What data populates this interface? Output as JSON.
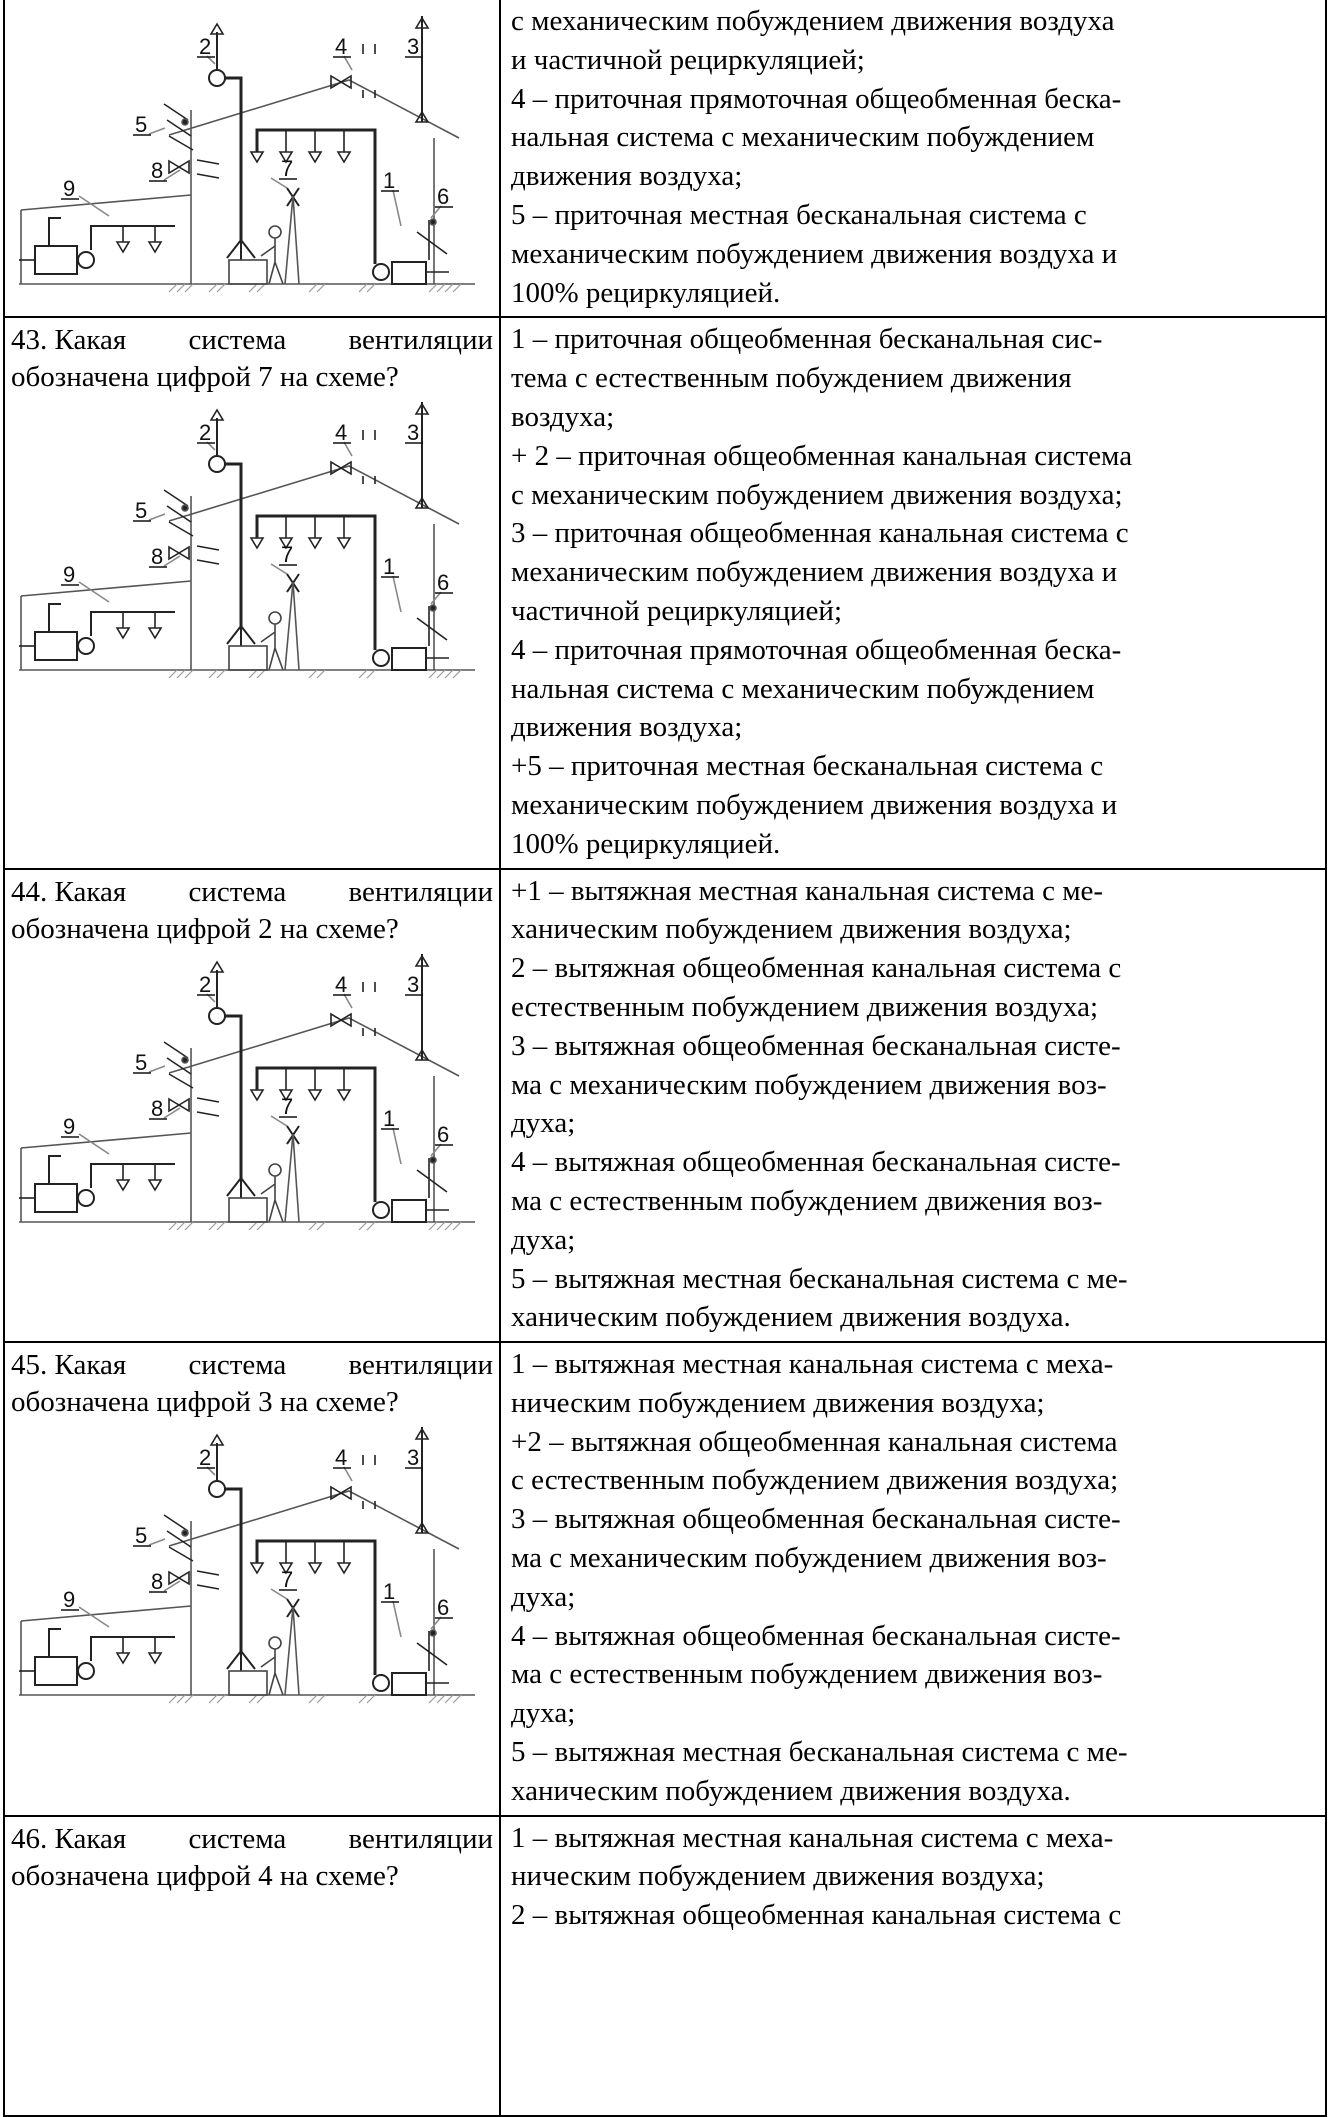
{
  "diagram_labels": [
    "1",
    "2",
    "3",
    "4",
    "5",
    "6",
    "7",
    "8",
    "9"
  ],
  "rows": [
    {
      "question": null,
      "options": [
        "с механическим побуждением движения воздуха",
        "и частичной рециркуляцией;",
        "4 – приточная прямоточная общеобменная беска-",
        "нальная система с механическим побуждением",
        "движения воздуха;",
        "5 – приточная местная бесканальная система с",
        "механическим побуждением движения воздуха и",
        "100% рециркуляцией."
      ]
    },
    {
      "question": {
        "w1": "43. Какая",
        "w2": "система",
        "w3": "вентиляции",
        "line2": "обозначена цифрой 7 на схеме?"
      },
      "options": [
        "1 – приточная общеобменная бесканальная сис-",
        "тема с естественным побуждением движения",
        "воздуха;",
        "+ 2 – приточная общеобменная канальная система",
        "с механическим побуждением движения воздуха;",
        "3 – приточная общеобменная канальная система с",
        "механическим побуждением движения воздуха и",
        "частичной рециркуляцией;",
        "4 – приточная прямоточная общеобменная беска-",
        "нальная система с механическим побуждением",
        "движения воздуха;",
        "+5 – приточная местная бесканальная система с",
        "механическим побуждением движения воздуха и",
        "100% рециркуляцией."
      ]
    },
    {
      "question": {
        "w1": "44. Какая",
        "w2": "система",
        "w3": "вентиляции",
        "line2": "обозначена цифрой 2 на схеме?"
      },
      "options": [
        "+1 – вытяжная местная канальная система с ме-",
        "ханическим побуждением движения воздуха;",
        "2 – вытяжная общеобменная канальная система с",
        "естественным побуждением движения воздуха;",
        "3 – вытяжная общеобменная бесканальная систе-",
        "ма с механическим побуждением движения воз-",
        "духа;",
        "4 – вытяжная общеобменная бесканальная систе-",
        "ма с естественным побуждением движения воз-",
        "духа;",
        "5 – вытяжная местная бесканальная система с ме-",
        "ханическим побуждением движения воздуха."
      ]
    },
    {
      "question": {
        "w1": "45. Какая",
        "w2": "система",
        "w3": "вентиляции",
        "line2": "обозначена цифрой 3 на схеме?"
      },
      "options": [
        "1 – вытяжная местная канальная система с меха-",
        "ническим побуждением движения воздуха;",
        "+2 – вытяжная общеобменная канальная система",
        "с естественным побуждением движения воздуха;",
        "3 – вытяжная общеобменная бесканальная систе-",
        "ма с механическим побуждением движения воз-",
        "духа;",
        "4 – вытяжная общеобменная бесканальная систе-",
        "ма с естественным побуждением движения воз-",
        "духа;",
        "5 – вытяжная местная бесканальная система с ме-",
        "ханическим побуждением движения воздуха."
      ]
    },
    {
      "question": {
        "w1": "46. Какая",
        "w2": "система",
        "w3": "вентиляции",
        "line2": "обозначена цифрой 4 на схеме?"
      },
      "options": [
        "1 – вытяжная местная канальная система с меха-",
        "ническим побуждением движения воздуха;",
        "2 – вытяжная общеобменная канальная система с"
      ]
    }
  ]
}
